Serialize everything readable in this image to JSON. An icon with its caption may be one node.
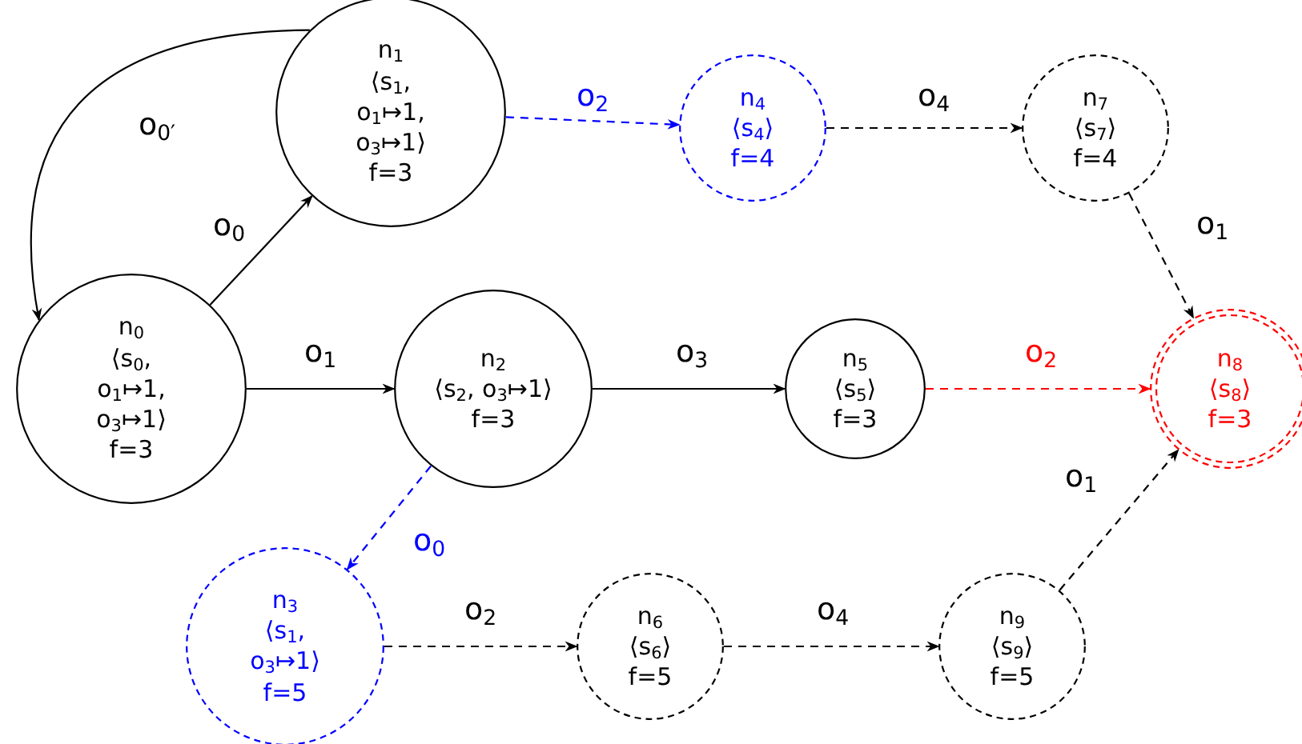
{
  "diagram": {
    "nodes": [
      {
        "text": [
          "n$_{0}$",
          "⟨s$_{0}$, o$_{1}$↦1, o$_{3}$↦1⟩",
          "f=3"
        ]
      },
      {
        "text": [
          "n$_{1}$",
          "⟨s$_{1}$, o$_{1}$↦1, o$_{3}$↦1⟩",
          "f=3"
        ]
      },
      {
        "text": [
          "n$_{2}$",
          "⟨s$_{2}$, o$_{3}$↦1⟩",
          "f=3"
        ]
      },
      {
        "text": [
          "n$_{3}$",
          "⟨s$_{1}$, o$_{3}$↦1⟩",
          "f=5"
        ]
      },
      {
        "text": [
          "n$_{4}$",
          "⟨s$_{4}$⟩",
          "f=4"
        ]
      },
      {
        "text": [
          "n$_{5}$",
          "⟨s$_{5}$⟩",
          "f=3"
        ]
      },
      {
        "text": [
          "n$_{6}$",
          "⟨s$_{6}$⟩",
          "f=5"
        ]
      },
      {
        "text": [
          "n$_{7}$",
          "⟨s$_{7}$⟩",
          "f=4"
        ]
      },
      {
        "text": [
          "n$_{8}$",
          "⟨s$_{8}$⟩",
          "f=3"
        ]
      },
      {
        "text": [
          "n$_{9}$",
          "⟨s$_{9}$⟩",
          "f=5"
        ]
      }
    ],
    "edges": [
      {
        "from": 0,
        "to": 1,
        "arrow": "to",
        "label": "o$_{0}$"
      },
      {
        "from": 1,
        "to": 0,
        "arrow": "to",
        "label": "o$_{0′}$"
      },
      {
        "from": 0,
        "to": 2,
        "arrow": "to",
        "label": "o$_{1}$"
      },
      {
        "from": 1,
        "to": 4,
        "arrow": "to",
        "label": "o$_{2}$",
        "style": "dashed",
        "color": "#0000ff"
      },
      {
        "from": 4,
        "to": 7,
        "arrow": "to",
        "label": "o$_{4}$",
        "style": "dashed"
      },
      {
        "from": 2,
        "to": 5,
        "arrow": "to",
        "label": "o$_{3}$"
      },
      {
        "from": 2,
        "to": 3,
        "arrow": "to",
        "label": "o$_{0}$",
        "style": "dashed",
        "color": "#0000ff"
      },
      {
        "from": 5,
        "to": 8,
        "arrow": "to",
        "label": "o$_{2}$",
        "style": "dashed",
        "color": "#ff0000"
      },
      {
        "from": 7,
        "to": 8,
        "arrow": "to",
        "label": "o$_{1}$",
        "style": "dashed"
      },
      {
        "from": 3,
        "to": 6,
        "arrow": "to",
        "label": "o$_{2}$",
        "style": "dashed"
      },
      {
        "from": 6,
        "to": 9,
        "arrow": "to",
        "label": "o$_{4}$",
        "style": "dashed"
      },
      {
        "from": 9,
        "to": 8,
        "arrow": "to",
        "label": "o$_{1}$",
        "style": "dashed"
      }
    ]
  }
}
